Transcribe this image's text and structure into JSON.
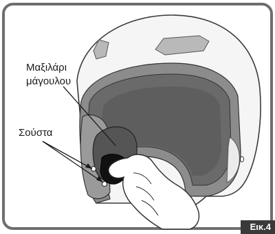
{
  "labels": {
    "cheek_pad_line1": "Μαξιλάρι",
    "cheek_pad_line2": "μάγουλου",
    "snaps": "Σούστα"
  },
  "figure_tag": "Εικ.4",
  "colors": {
    "frame_border": "#6e6e6e",
    "shell_fill": "#f5f5f5",
    "liner_dark": "#6a6a6a",
    "liner_mid": "#8c8c8c",
    "interior": "#5e5e5e",
    "vent": "#b9b9b9"
  }
}
